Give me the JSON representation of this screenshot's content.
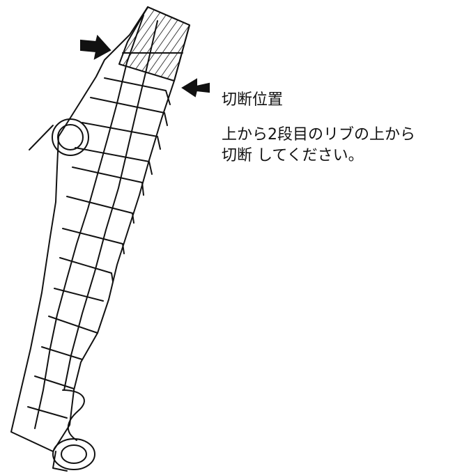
{
  "diagram": {
    "cut_position_label": "切断位置",
    "instruction_lines": [
      "上から2段目のリブの上から",
      "切断 してください。"
    ]
  }
}
